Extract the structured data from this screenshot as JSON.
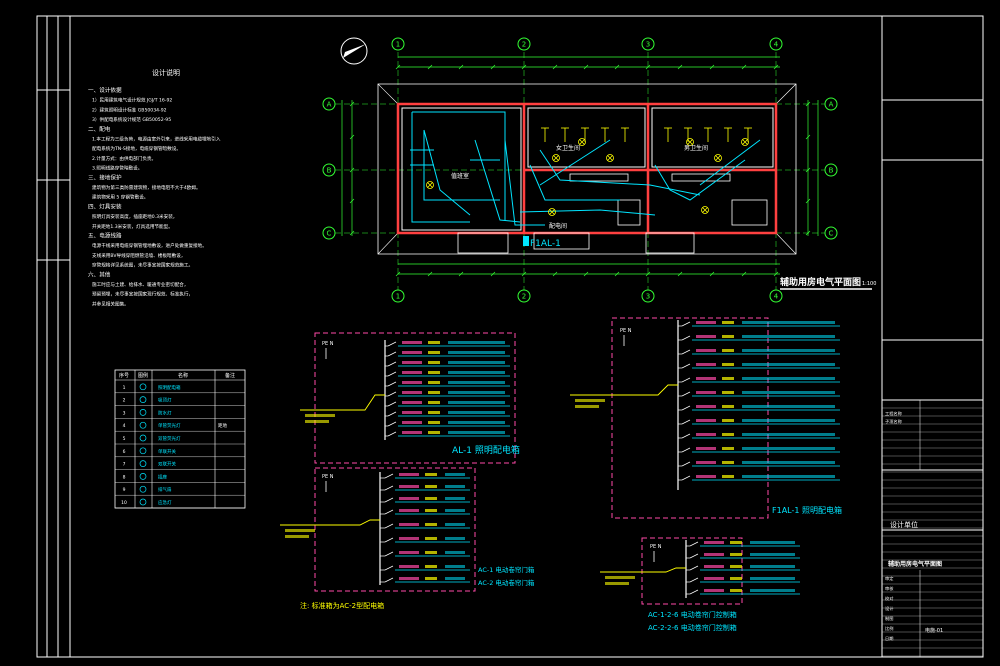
{
  "notes": {
    "title": "设计说明",
    "lines": [
      "一、设计依据",
      "1）民用建筑电气设计规范 JGJ/T 16-92",
      "2）建筑照明设计标准 GB50034-92",
      "3）供配电系统设计规范 GB50052-95",
      "二、配电",
      "1.本工程为三级负荷，电源由室外引来，进线采用电缆埋地引入",
      "配电系统为TN-S接地，电缆穿钢管暗敷设。",
      "2.计量方式：由供电部门负责。",
      "3.照明线路穿管暗敷设。",
      "三、接地保护",
      "建筑物为第三类防雷建筑物，接地电阻不大于4欧姆。",
      "建筑物采用 5 穿钢管敷设。",
      "四、灯具安装",
      "照明灯具安装高度，插座距地0.3米安装，",
      "开关距地1.3米安装，灯具选用节能型。",
      "五、电源线路",
      "电源干线采用电缆穿钢管埋地敷设，进户处做重复接地。",
      "支线采用BV导线穿阻燃管沿墙、楼板暗敷设，",
      "穿管规格详见系统图，未尽事宜按国家规范施工。",
      "六、其他",
      "施工时应与土建、给排水、暖通专业密切配合，",
      "预留预埋，未尽事宜按国家现行规范、标准执行，",
      "并参见相关图集。"
    ]
  },
  "plan_title": "辅助用房电气平面图",
  "plan_scale": "1:100",
  "plan_rooms": [
    "值班室",
    "配电间",
    "女卫生间",
    "男卫生间"
  ],
  "axis_labels": [
    "1",
    "2",
    "3",
    "4",
    "A",
    "B",
    "C"
  ],
  "box_labels": {
    "al1": "AL-1 照明配电箱",
    "f1al1": "F1AL-1 照明配电箱",
    "ac1": "AC-1 电动卷帘门箱",
    "ac2": "AC-2 电动卷帘门箱",
    "ac126": "AC-1-2-6 电动卷帘门控制箱",
    "ac226": "AC-2-2-6 电动卷帘门控制箱",
    "note_ac": "注: 标准箱为AC-2型配电箱",
    "plan_tag": "F1AL-1"
  },
  "legend": {
    "headers": [
      "序号",
      "图例",
      "名称",
      "备注"
    ],
    "rows": [
      [
        "1",
        "照明配电箱",
        ""
      ],
      [
        "2",
        "吸顶灯",
        ""
      ],
      [
        "3",
        "防水灯",
        ""
      ],
      [
        "4",
        "单管荧光灯",
        "",
        "距地"
      ],
      [
        "5",
        "双管荧光灯",
        ""
      ],
      [
        "6",
        "单联开关",
        ""
      ],
      [
        "7",
        "双联开关",
        ""
      ],
      [
        "8",
        "插座",
        ""
      ],
      [
        "9",
        "排气扇",
        ""
      ],
      [
        "10",
        "应急灯",
        ""
      ]
    ]
  },
  "title_block": {
    "company": "设计单位",
    "project": "辅助用房电气平面图",
    "drawing_no": "电施-01",
    "labels": [
      "工程名称",
      "子项名称",
      "审定",
      "审核",
      "校对",
      "设计",
      "制图",
      "比例",
      "日期"
    ]
  },
  "colors": {
    "frame": "#ffffff",
    "wall": "#ff4040",
    "wire": "#00e5ff",
    "circuit": "#ff4aa8",
    "text": "#ffffff",
    "dim": "#33ff33",
    "device": "#ffff00"
  }
}
